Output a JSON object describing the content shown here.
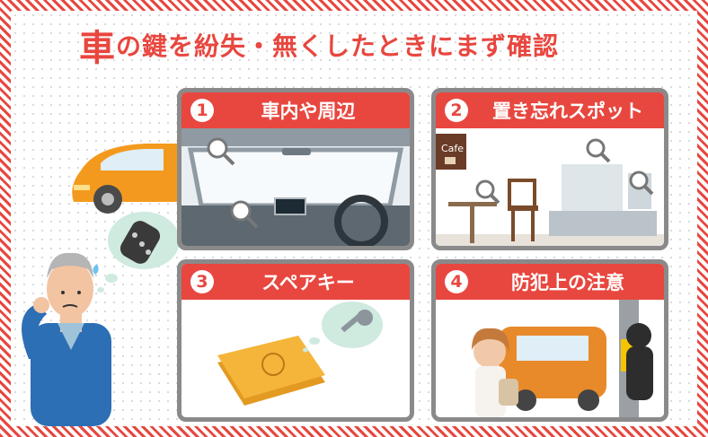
{
  "title": {
    "lead": "車",
    "rest": "の鍵を紛失・無くしたときにまず確認"
  },
  "cards": [
    {
      "num": "1",
      "label": "車内や周辺"
    },
    {
      "num": "2",
      "label": "置き忘れスポット"
    },
    {
      "num": "3",
      "label": "スペアキー"
    },
    {
      "num": "4",
      "label": "防犯上の注意"
    }
  ],
  "cafe_sign": "Cafe",
  "colors": {
    "accent": "#e8473f",
    "card_border": "#8a8a8a",
    "car": "#f39a1e"
  }
}
